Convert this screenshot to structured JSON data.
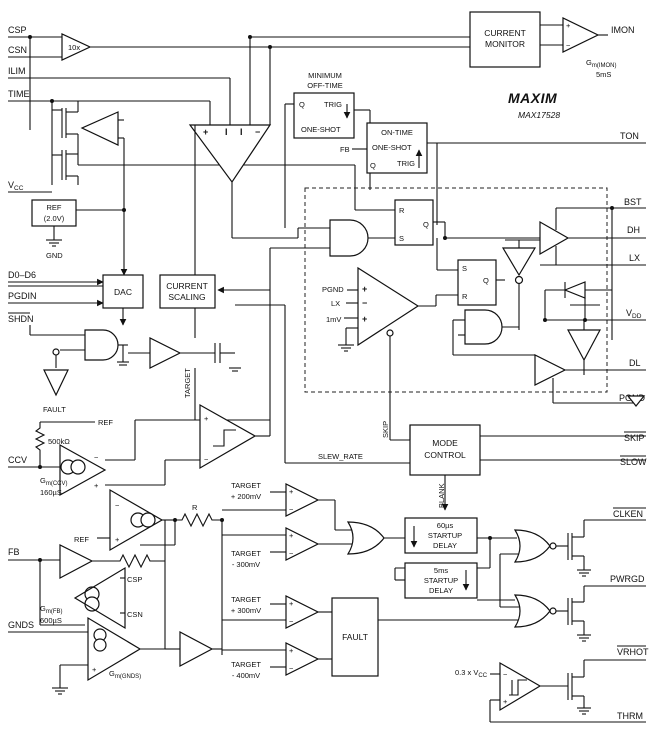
{
  "brand": {
    "logo": "MAXIM",
    "part": "MAX17528"
  },
  "pins_left": {
    "csp": "CSP",
    "csn": "CSN",
    "ilim": "ILIM",
    "time": "TIME",
    "vcc": "V",
    "vcc_sub": "CC",
    "d0_d6": "D0–D6",
    "pgdin": "PGDIN",
    "shdn": "SHDN",
    "ccv": "CCV",
    "fb": "FB",
    "gnds": "GNDS"
  },
  "pins_right": {
    "imon": "IMON",
    "ton": "TON",
    "bst": "BST",
    "dh": "DH",
    "lx": "LX",
    "vdd": "V",
    "vdd_sub": "DD",
    "dl": "DL",
    "pgnd": "PGND",
    "skip": "SKIP",
    "slow": "SLOW",
    "clken": "CLKEN",
    "pwrgd": "PWRGD",
    "vrhot": "VRHOT",
    "thrm": "THRM"
  },
  "blocks": {
    "current_monitor": [
      "CURRENT",
      "MONITOR"
    ],
    "min_off_time": [
      "MINIMUM",
      "OFF-TIME"
    ],
    "trig": "TRIG",
    "one_shot": "ONE-SHOT",
    "on_time": "ON-TIME",
    "q": "Q",
    "fb_label": "FB",
    "ref_block": [
      "REF",
      "(2.0V)"
    ],
    "gnd": "GND",
    "dac": "DAC",
    "current_scaling": [
      "CURRENT",
      "SCALING"
    ],
    "mode_control": [
      "MODE",
      "CONTROL"
    ],
    "startup_60": [
      "60µs",
      "STARTUP",
      "DELAY"
    ],
    "startup_5": [
      "5ms",
      "STARTUP",
      "DELAY"
    ],
    "fault": "FAULT",
    "s": "S",
    "r": "R"
  },
  "labels": {
    "gain_10x": "10x",
    "gm_imon": "G",
    "gm_imon_sub": "m(IMON)",
    "gm_imon_val": "5mS",
    "pgnd_in": "PGND",
    "lx_in": "LX",
    "one_mv": "1mV",
    "target": "TARGET",
    "fault_in": "FAULT",
    "ref": "REF",
    "r500k": "500kΩ",
    "gm_ccv": "G",
    "gm_ccv_sub": "m(CCV)",
    "gm_ccv_val": "160µS",
    "r": "R",
    "slew_rate": "SLEW_RATE",
    "skip_int": "SKIP",
    "blank": "BLANK",
    "tgt_p200": [
      "TARGET",
      "+ 200mV"
    ],
    "tgt_m300": [
      "TARGET",
      "- 300mV"
    ],
    "tgt_p300": [
      "TARGET",
      "+ 300mV"
    ],
    "tgt_m400": [
      "TARGET",
      "- 400mV"
    ],
    "csp_in": "CSP",
    "csn_in": "CSN",
    "gm_fb": "G",
    "gm_fb_sub": "m(FB)",
    "gm_fb_val": "600µS",
    "gm_gnds": "G",
    "gm_gnds_sub": "m(GNDS)",
    "vcc_thr": "0.3 x V",
    "vcc_thr_sub": "CC"
  }
}
